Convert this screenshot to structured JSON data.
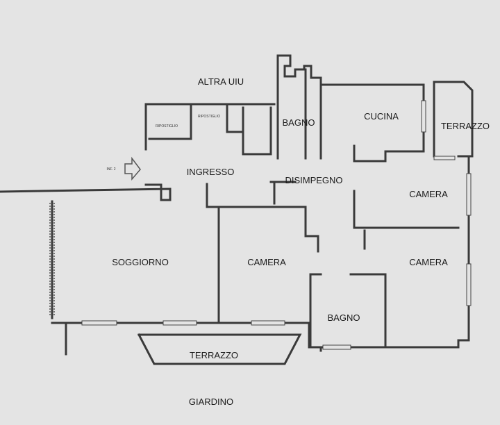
{
  "plan": {
    "labels": {
      "altra_ui": "ALTRA UIU",
      "bagno_top": "BAGNO",
      "cucina": "CUCINA",
      "terrazzo_top": "TERRAZZO",
      "ingresso": "INGRESSO",
      "disimpegno": "DISIMPEGNO",
      "camera_right_top": "CAMERA",
      "soggiorno": "SOGGIORNO",
      "camera_middle": "CAMERA",
      "camera_right_bottom": "CAMERA",
      "bagno_bottom": "BAGNO",
      "terrazzo_bottom": "TERRAZZO",
      "giardino": "GIARDINO",
      "small_room_1": "RIPOSTIGLIO",
      "small_room_2": "RIPOSTIGLIO",
      "entrance_marker": "INF. 2"
    },
    "colors": {
      "background": "#e4e4e4",
      "walls": "#3a3a3a"
    }
  }
}
